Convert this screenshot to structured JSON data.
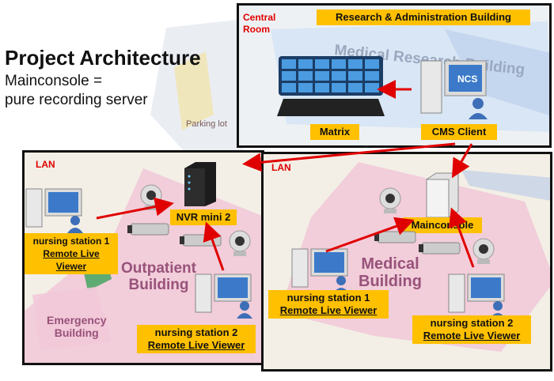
{
  "title": "Project Architecture",
  "subtitle_line1": "Mainconsole =",
  "subtitle_line2": "pure recording server",
  "central": {
    "room_label_line1": "Central",
    "room_label_line2": "Room",
    "building_title": "Research & Administration Building",
    "map_text": "Medical Research Building",
    "matrix_label": "Matrix",
    "cms_label": "CMS Client",
    "ncs_text": "NCS"
  },
  "left_lan": {
    "lan_label": "LAN",
    "nvr_label": "NVR mini 2",
    "station1_line1": "nursing station 1",
    "station1_line2": "Remote Live Viewer",
    "station2_line1": "nursing station 2",
    "station2_line2": "Remote Live Viewer",
    "building1_line1": "Outpatient",
    "building1_line2": "Building",
    "building2_line1": "Emergency",
    "building2_line2": "Building"
  },
  "right_lan": {
    "lan_label": "LAN",
    "main_label": "Mainconsole",
    "station1_line1": "nursing station 1",
    "station1_line2": "Remote Live Viewer",
    "station2_line1": "nursing station 2",
    "station2_line2": "Remote Live Viewer",
    "building_line1": "Medical",
    "building_line2": "Building"
  },
  "colors": {
    "label_bg": "#ffc000",
    "arrow": "#e00000",
    "zone": "#f2c9d8"
  }
}
